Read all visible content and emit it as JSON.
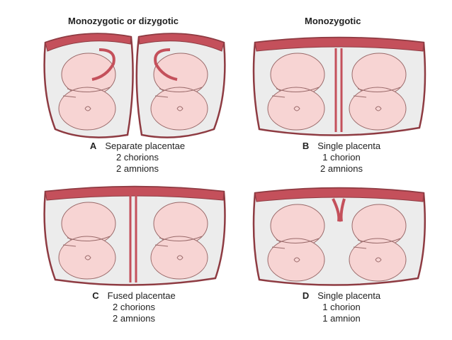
{
  "headers": {
    "left": "Monozygotic or dizygotic",
    "right": "Monozygotic"
  },
  "panels": [
    {
      "letter": "A",
      "line1": "Separate placentae",
      "line2": "2 chorions",
      "line3": "2 amnions"
    },
    {
      "letter": "B",
      "line1": "Single placenta",
      "line2": "1 chorion",
      "line3": "2 amnions"
    },
    {
      "letter": "C",
      "line1": "Fused placentae",
      "line2": "2 chorions",
      "line3": "2 amnions"
    },
    {
      "letter": "D",
      "line1": "Single placenta",
      "line2": "1 chorion",
      "line3": "1 amnion"
    }
  ],
  "colors": {
    "placenta": "#c4505b",
    "outline": "#8e3b42",
    "fetus": "#f7d4d3",
    "sac": "#ececec"
  }
}
